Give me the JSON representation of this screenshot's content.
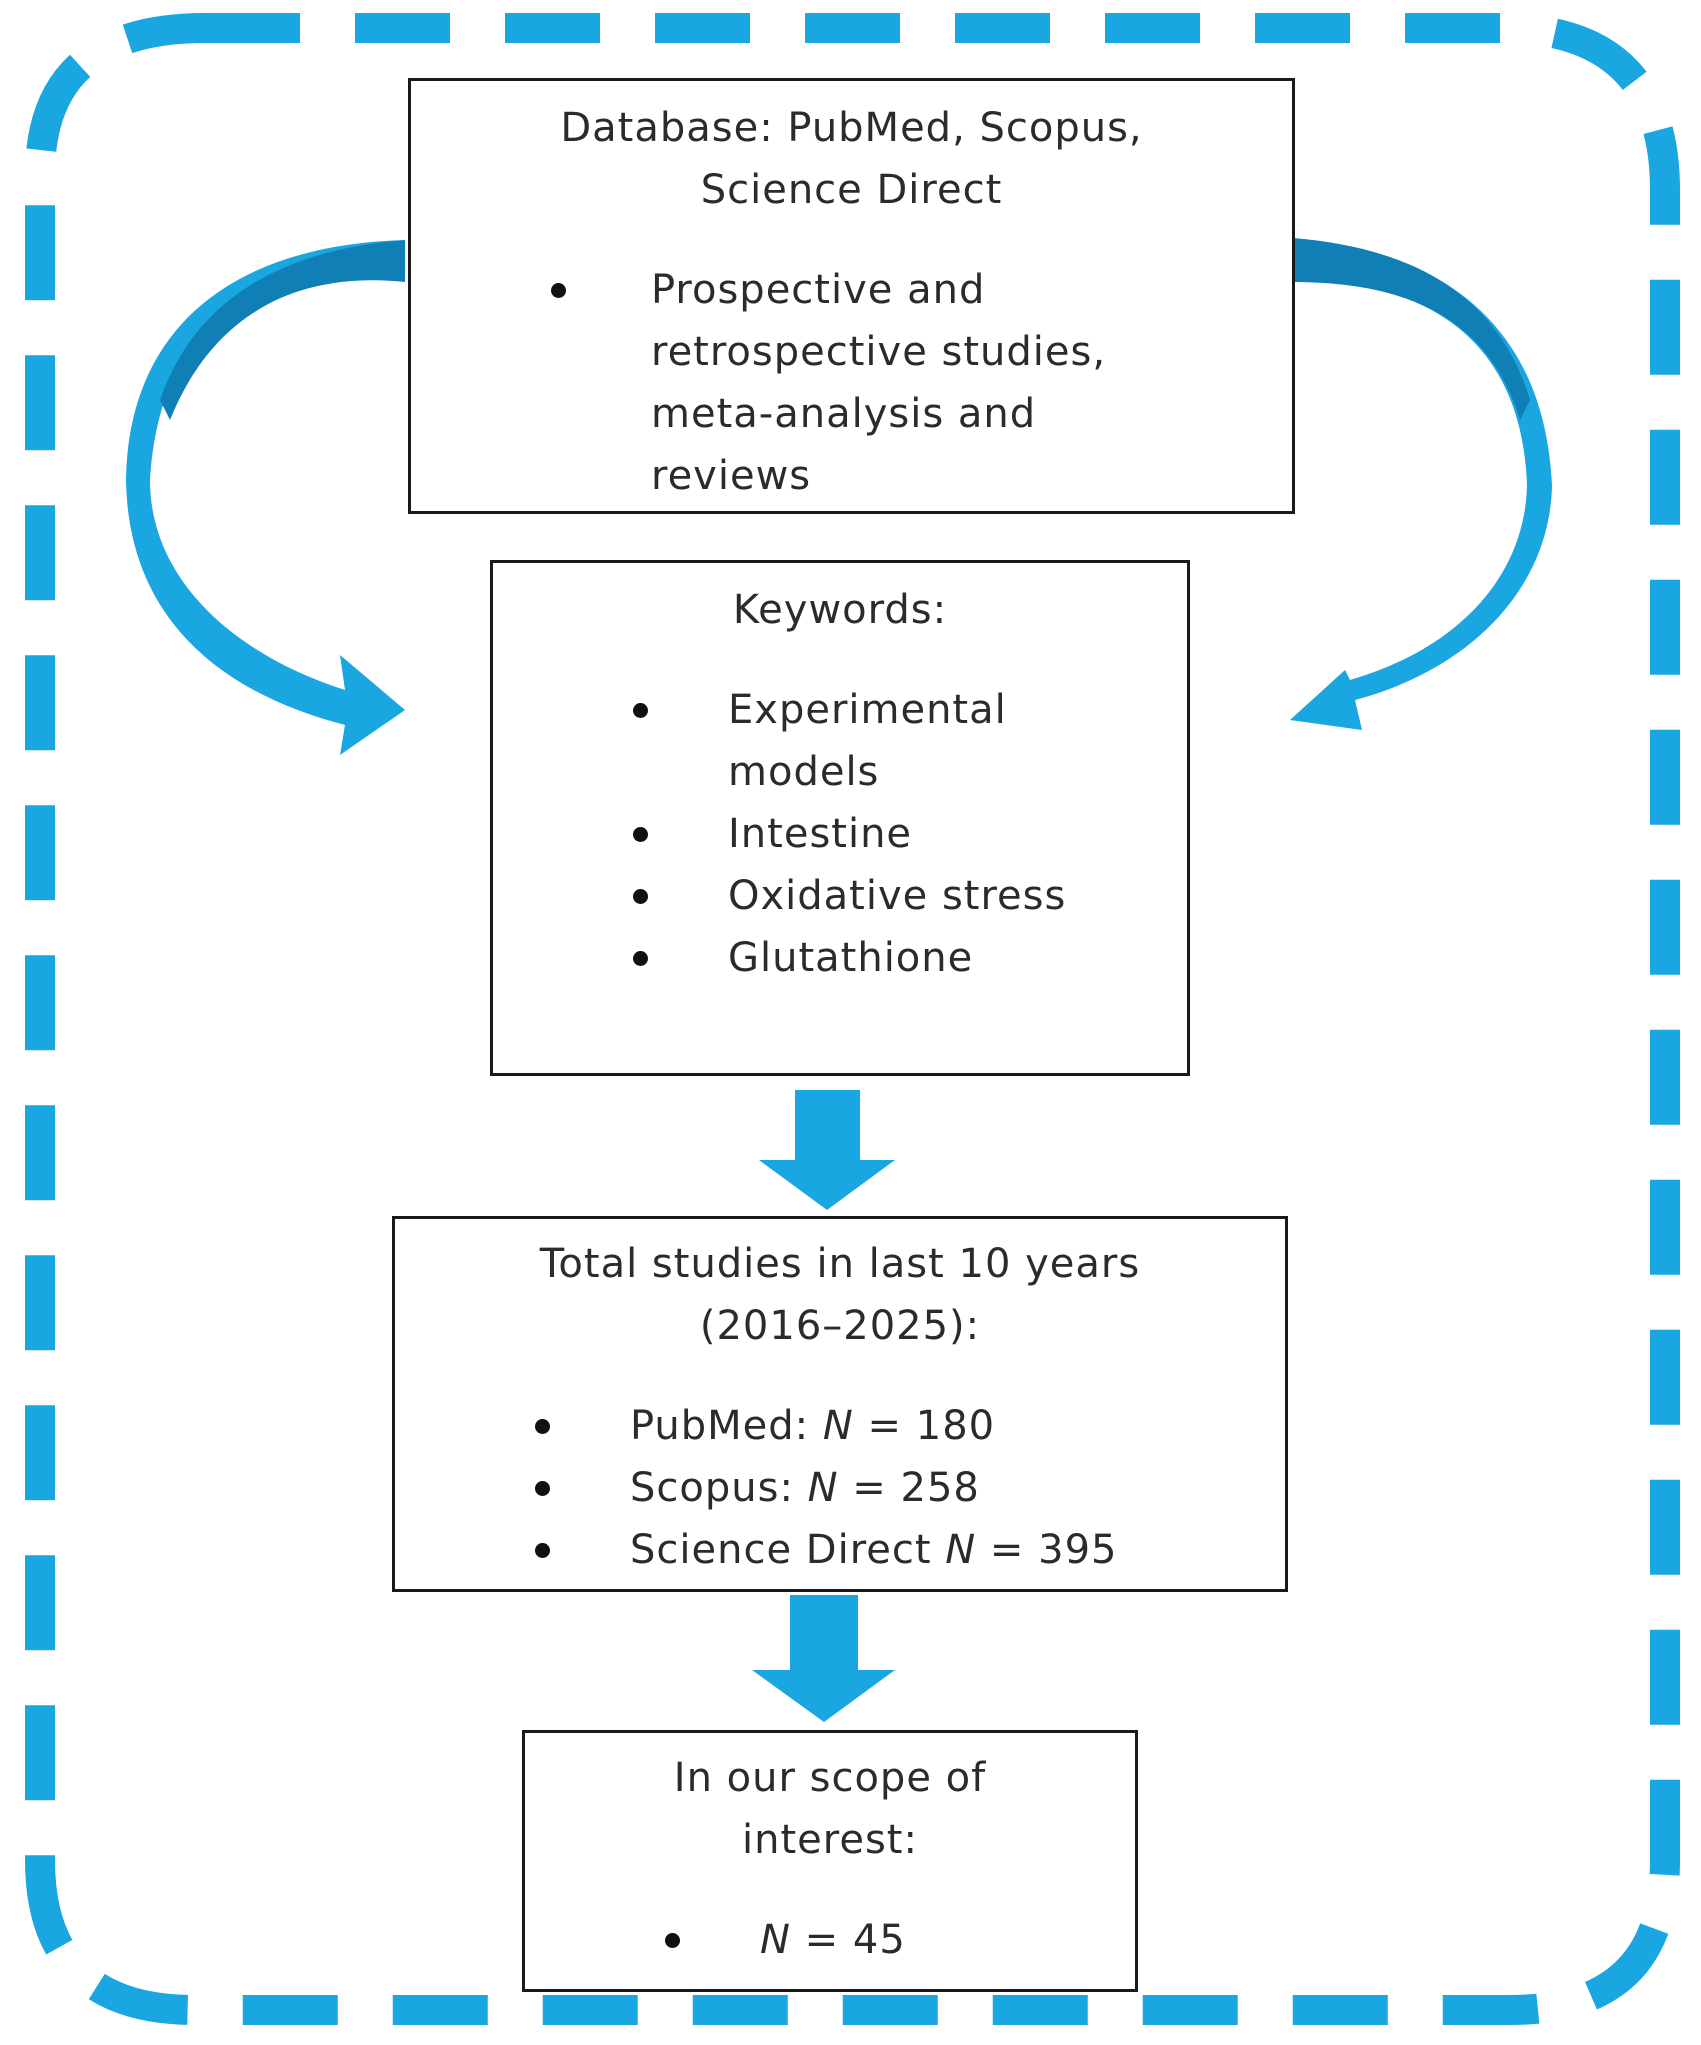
{
  "colors": {
    "accent": "#1aa6e0",
    "accent_dark": "#0f7fb5",
    "border": "#1a1a1a",
    "text": "#2b2b2b"
  },
  "boxes": {
    "database": {
      "title_line1": "Database: PubMed, Scopus,",
      "title_line2": "Science Direct",
      "items": [
        {
          "lines": [
            "Prospective and",
            "retrospective studies,",
            "meta-analysis and",
            "reviews"
          ]
        }
      ]
    },
    "keywords": {
      "title": "Keywords:",
      "items": [
        {
          "lines": [
            "Experimental",
            "models"
          ]
        },
        {
          "lines": [
            "Intestine"
          ]
        },
        {
          "lines": [
            "Oxidative stress"
          ]
        },
        {
          "lines": [
            "Glutathione"
          ]
        }
      ]
    },
    "total": {
      "title_line1": "Total studies in last 10 years",
      "title_line2": "(2016–2025):",
      "items": [
        {
          "label": "PubMed: ",
          "n": "N",
          "rest": " = 180"
        },
        {
          "label": "Scopus: ",
          "n": "N",
          "rest": " = 258"
        },
        {
          "label": "Science Direct ",
          "n": "N",
          "rest": " = 395"
        }
      ]
    },
    "scope": {
      "title_line1": "In our scope of",
      "title_line2": "interest:",
      "items": [
        {
          "label": "",
          "n": "N",
          "rest": " = 45"
        }
      ]
    }
  }
}
